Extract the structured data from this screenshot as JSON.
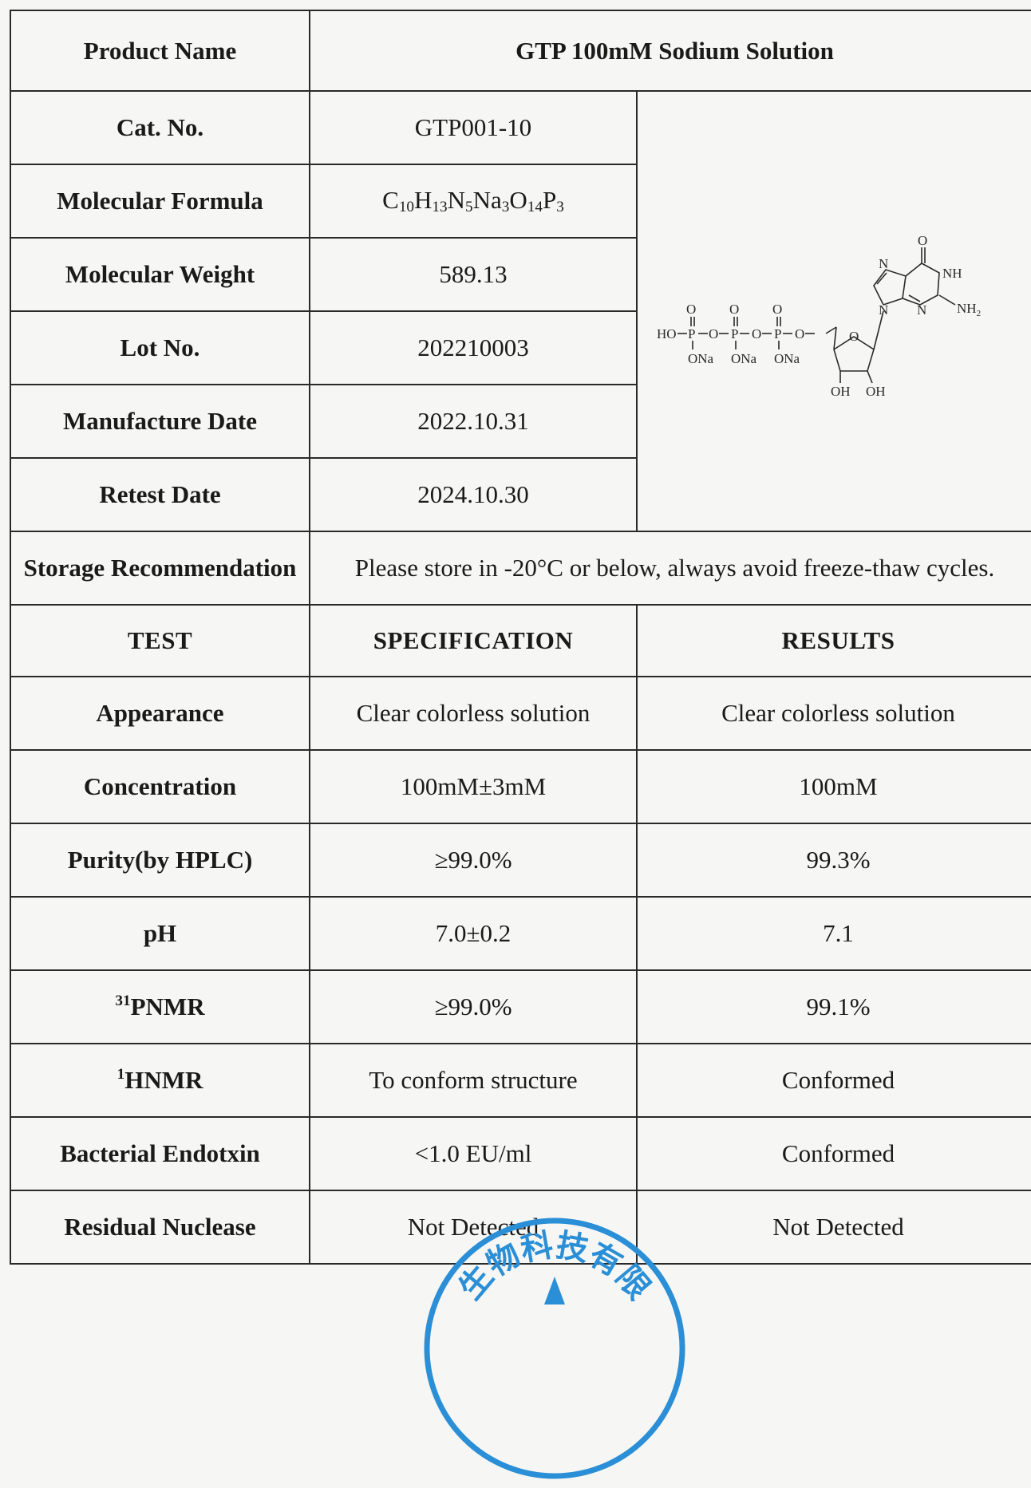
{
  "product": {
    "name_label": "Product Name",
    "name_value": "GTP 100mM Sodium Solution"
  },
  "info": [
    {
      "label": "Cat. No.",
      "value": "GTP001-10"
    },
    {
      "label": "Molecular Formula",
      "value": "C10H13N5Na3O14P3"
    },
    {
      "label": "Molecular Weight",
      "value": "589.13"
    },
    {
      "label": "Lot No.",
      "value": "202210003"
    },
    {
      "label": "Manufacture Date",
      "value": "2022.10.31"
    },
    {
      "label": "Retest Date",
      "value": "2024.10.30"
    }
  ],
  "formula": {
    "parts": [
      {
        "t": "C",
        "s": "10"
      },
      {
        "t": "H",
        "s": "13"
      },
      {
        "t": "N",
        "s": "5"
      },
      {
        "t": "Na",
        "s": "3"
      },
      {
        "t": "O",
        "s": "14"
      },
      {
        "t": "P",
        "s": "3"
      }
    ]
  },
  "storage": {
    "label": "Storage Recommendation",
    "value": "Please store in -20°C or below, always avoid freeze-thaw cycles."
  },
  "tests": {
    "headers": [
      "TEST",
      "SPECIFICATION",
      "RESULTS"
    ],
    "rows": [
      {
        "test": "Appearance",
        "spec": "Clear colorless solution",
        "result": "Clear colorless solution"
      },
      {
        "test": "Concentration",
        "spec": "100mM±3mM",
        "result": "100mM"
      },
      {
        "test": "Purity(by HPLC)",
        "spec": "≥99.0%",
        "result": "99.3%"
      },
      {
        "test": "pH",
        "spec": "7.0±0.2",
        "result": "7.1"
      },
      {
        "test_sup": "31",
        "test": "PNMR",
        "spec": "≥99.0%",
        "result": "99.1%"
      },
      {
        "test_sup": "1",
        "test": "HNMR",
        "spec": "To conform structure",
        "result": "Conformed"
      },
      {
        "test": "Bacterial Endotxin",
        "spec": "<1.0 EU/ml",
        "result": "Conformed"
      },
      {
        "test": "Residual Nuclease",
        "spec": "Not Detected",
        "result": "Not Detected"
      }
    ]
  },
  "structure": {
    "atoms": {
      "o_top1": "O",
      "o_top2": "O",
      "o_top3": "O",
      "ho": "HO",
      "p1": "P",
      "p2": "P",
      "p3": "P",
      "o_b1": "O",
      "o_b2": "O",
      "o_b3": "O",
      "ona1": "ONa",
      "ona2": "ONa",
      "ona3": "ONa",
      "o_ring": "O",
      "oh1": "OH",
      "oh2": "OH",
      "o_carbonyl": "O",
      "n7": "N",
      "nh": "NH",
      "n9": "N",
      "n3": "N",
      "nh2": "NH",
      "nh2_sub": "2"
    }
  },
  "seal": {
    "text": "生物科技有限",
    "color": "#2a8fd6"
  }
}
